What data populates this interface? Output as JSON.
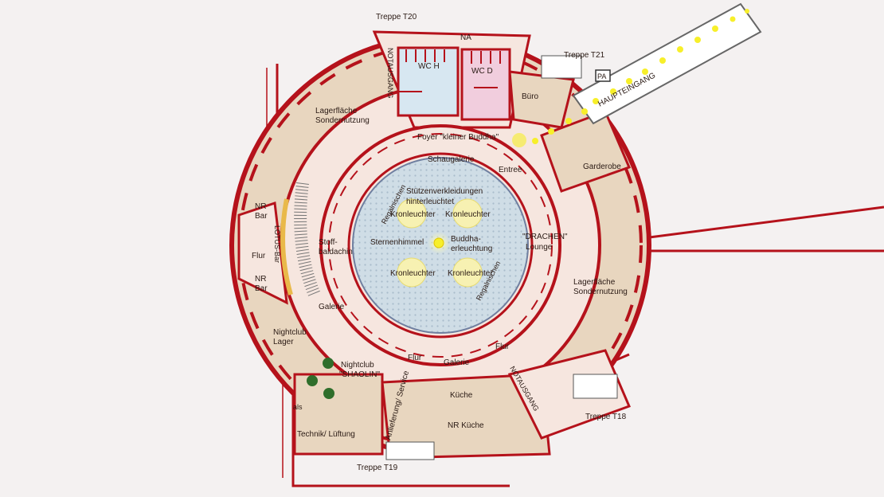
{
  "colors": {
    "background": "#f4f1f1",
    "wall": "#b5121b",
    "floor": "#f6e6df",
    "storage": "#e8d6bf",
    "center": "#cfdde6",
    "chandelier": "#f7f1b2",
    "lights": "#f7ef2a",
    "wc_blue": "#d7e7f1",
    "wc_pink": "#f1cddd"
  },
  "labels": {
    "treppe_t20": "Treppe T20",
    "treppe_t21": "Treppe T21",
    "treppe_t18": "Treppe T18",
    "treppe_t19": "Treppe T19",
    "na": "NA",
    "pa": "PA",
    "wc_h": "WC H",
    "wc_d": "WC D",
    "notausgang_top": "NOTAUSGANG",
    "notausgang_right": "NOTAUSGANG",
    "haupteingang": "HAUPTEINGANG",
    "buero": "Büro",
    "lagerflaeche_1": "Lagerfläche",
    "sondernutzung_1": "Sondernutzung",
    "lagerflaeche_2": "Lagerfläche",
    "sondernutzung_2": "Sondernutzung",
    "foyer": "Foyer \"kleiner Buddha\"",
    "schaugalerie": "Schaugalerie",
    "entree": "Entree",
    "garderobe": "Garderobe",
    "stuetzen_1": "Stützenverkleidungen",
    "stuetzen_2": "hinterleuchtet",
    "regalnischen_1": "Regalnischen",
    "regalnischen_2": "Regalnischen",
    "kronleuchter_1": "Kronleuchter",
    "kronleuchter_2": "Kronleuchter",
    "kronleuchter_3": "Kronleuchter",
    "kronleuchter_4": "Kronleuchter",
    "sternenhimmel": "Sternenhimmel",
    "buddha_1": "Buddha-",
    "buddha_2": "erleuchtung",
    "drachen_1": "\"DRACHEN\"",
    "drachen_2": "Lounge",
    "stoff_1": "Stoff-",
    "stoff_2": "baldachin",
    "nr_bar_1": "NR",
    "nr_bar_1b": "Bar",
    "nr_bar_2": "NR",
    "nr_bar_2b": "Bar",
    "flur_left": "Flur",
    "lotus_bar": "LOTUS-Bar",
    "galerie_left": "Galerie",
    "nightclub_lager_1": "Nightclub",
    "nightclub_lager_2": "Lager",
    "nightclub_1": "Nightclub",
    "nightclub_2": "\"SHAOLIN\"",
    "anlieferung": "Anlieferung/ Service",
    "flur_bottom_1": "Flur",
    "flur_bottom_2": "Flur",
    "galerie_bottom": "Galerie",
    "kueche": "Küche",
    "nr_kueche": "NR Küche",
    "technik": "Technik/ Lüftung",
    "als": "als"
  }
}
